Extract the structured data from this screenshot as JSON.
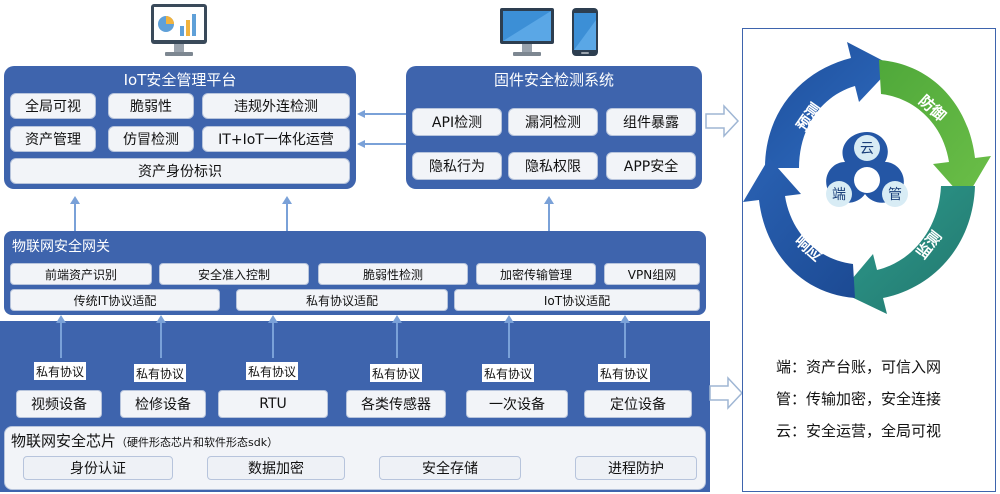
{
  "iot_platform": {
    "title": "IoT安全管理平台",
    "items": [
      "全局可视",
      "脆弱性",
      "违规外连检测",
      "资产管理",
      "仿冒检测",
      "IT+IoT一体化运营"
    ],
    "footer": "资产身份标识"
  },
  "firmware": {
    "title": "固件安全检测系统",
    "items": [
      "API检测",
      "漏洞检测",
      "组件暴露",
      "隐私行为",
      "隐私权限",
      "APP安全"
    ]
  },
  "gateway": {
    "title": "物联网安全网关",
    "row1": [
      "前端资产识别",
      "安全准入控制",
      "脆弱性检测",
      "加密传输管理",
      "VPN组网"
    ],
    "row2": [
      "传统IT协议适配",
      "私有协议适配",
      "IoT协议适配"
    ]
  },
  "devices": {
    "protocol_label": "私有协议",
    "items": [
      "视频设备",
      "检修设备",
      "RTU",
      "各类传感器",
      "一次设备",
      "定位设备"
    ]
  },
  "chip": {
    "title": "物联网安全芯片",
    "subtitle": "（硬件形态芯片和软件形态sdk）",
    "items": [
      "身份认证",
      "数据加密",
      "安全存储",
      "进程防护"
    ]
  },
  "cycle": {
    "arcs": [
      "预测",
      "防御",
      "监测",
      "响应"
    ],
    "nodes": [
      "云",
      "端",
      "管"
    ],
    "colors": {
      "blue": "#2456a5",
      "green": "#5aaf3e",
      "teal": "#2c8f86",
      "light": "#d8ecf5"
    }
  },
  "legend": [
    "端：资产台账，可信入网",
    "管：传输加密，安全连接",
    "云：安全运营，全局可视"
  ],
  "icons": [
    "monitor-chart-icon",
    "desktop-monitor-icon",
    "smartphone-icon"
  ]
}
